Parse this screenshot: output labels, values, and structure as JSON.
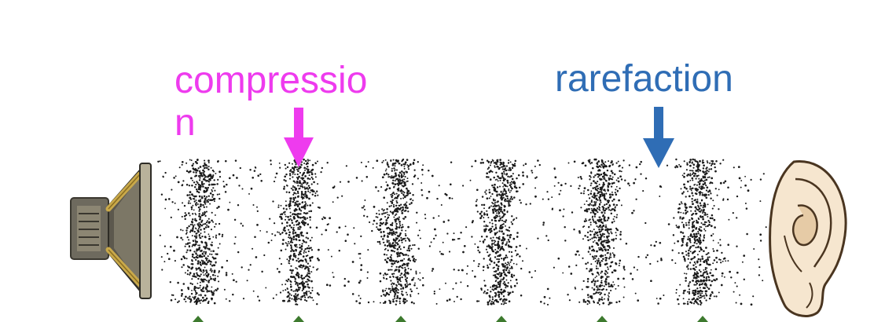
{
  "labels": {
    "compression_line1": "compressio",
    "compression_line2": "n",
    "rarefaction": "rarefaction"
  },
  "colors": {
    "compression": "#ee3bee",
    "rarefaction": "#2f6db5",
    "particles": "#1a1a1a",
    "speaker_frame": "#c9a94a",
    "speaker_body": "#6e6a5e",
    "ear_outline": "#4a3520",
    "ear_fill": "#f6e6cf",
    "bottom_marks": "#3d7a2e"
  },
  "icons": {
    "source": "speaker-icon",
    "receiver": "ear-icon"
  }
}
